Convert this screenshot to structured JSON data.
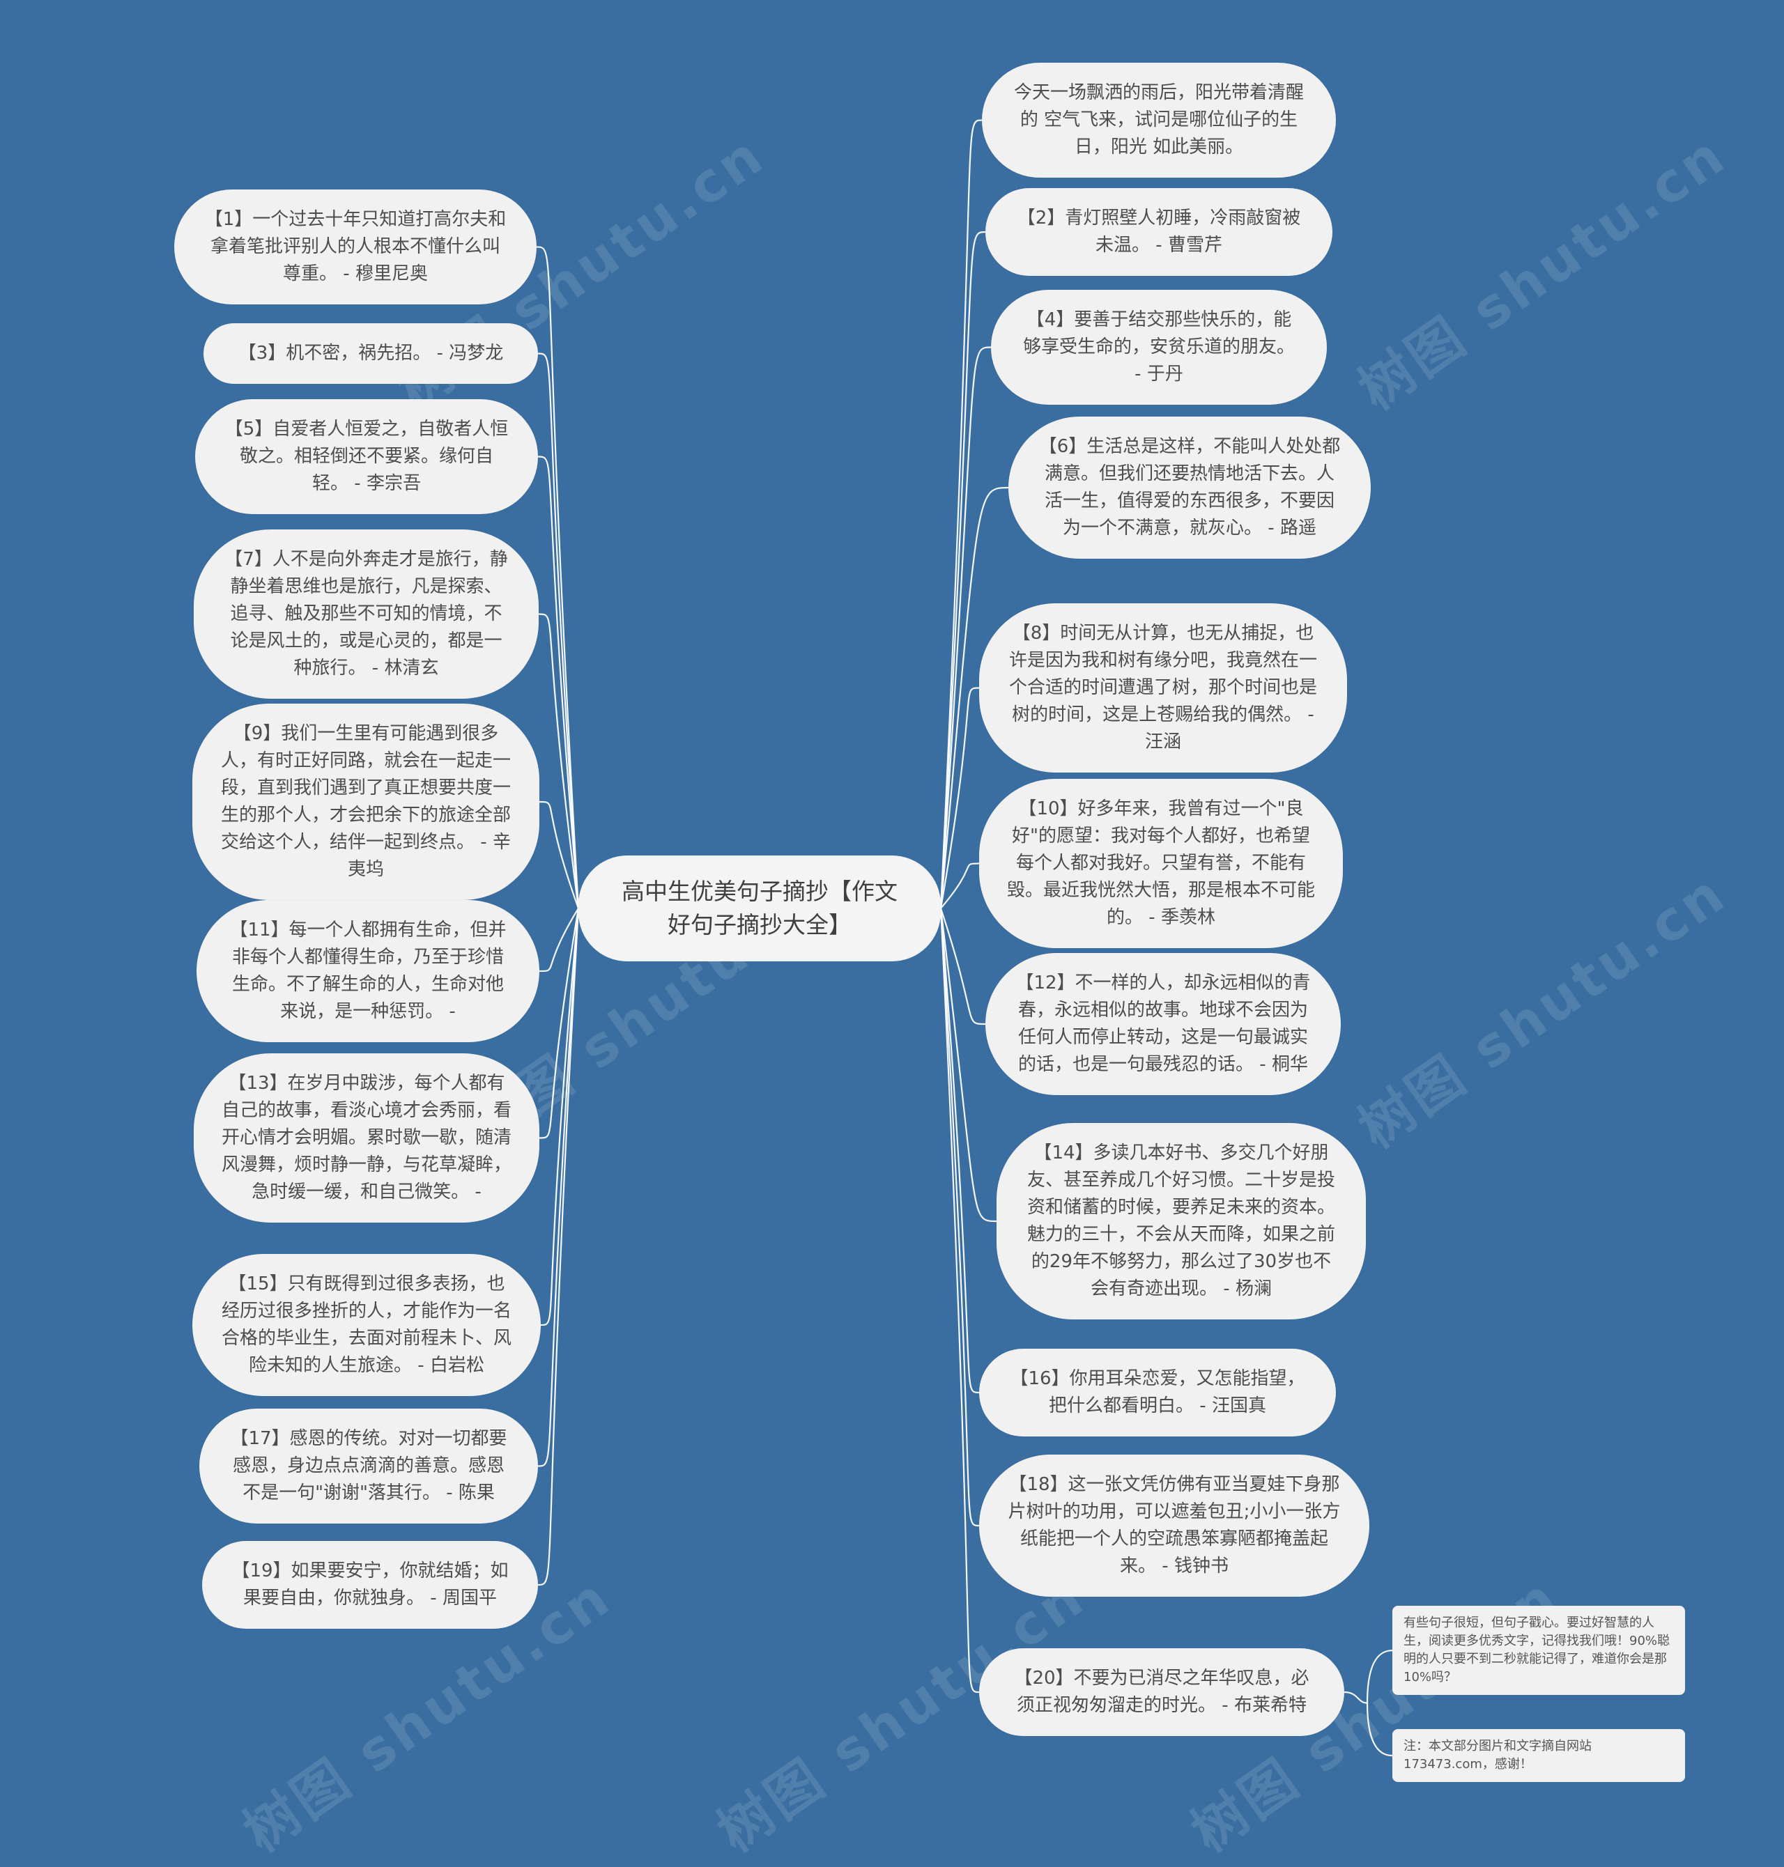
{
  "colors": {
    "background": "#3a6ea0",
    "node_bg": "#f1f1f1",
    "node_text": "#4d4d4d",
    "line": "#ffffff"
  },
  "center_node": {
    "text": "高中生优美句子摘抄【作文好句子摘抄大全】"
  },
  "left_nodes": [
    {
      "id": "1",
      "text": "【1】一个过去十年只知道打高尔夫和拿着笔批评别人的人根本不懂什么叫尊重。 - 穆里尼奥"
    },
    {
      "id": "3",
      "text": "【3】机不密，祸先招。 - 冯梦龙"
    },
    {
      "id": "5",
      "text": "【5】自爱者人恒爱之，自敬者人恒敬之。相轻倒还不要紧。缘何自轻。 - 李宗吾"
    },
    {
      "id": "7",
      "text": "【7】人不是向外奔走才是旅行，静静坐着思维也是旅行，凡是探索、追寻、触及那些不可知的情境，不论是风土的，或是心灵的，都是一种旅行。 - 林清玄"
    },
    {
      "id": "9",
      "text": "【9】我们一生里有可能遇到很多人，有时正好同路，就会在一起走一段，直到我们遇到了真正想要共度一生的那个人，才会把余下的旅途全部交给这个人，结伴一起到终点。 - 辛夷坞"
    },
    {
      "id": "11",
      "text": "【11】每一个人都拥有生命，但并非每个人都懂得生命，乃至于珍惜生命。不了解生命的人，生命对他来说，是一种惩罚。 -"
    },
    {
      "id": "13",
      "text": "【13】在岁月中跋涉，每个人都有自己的故事，看淡心境才会秀丽，看开心情才会明媚。累时歇一歇，随清风漫舞，烦时静一静，与花草凝眸，急时缓一缓，和自己微笑。 -"
    },
    {
      "id": "15",
      "text": "【15】只有既得到过很多表扬，也经历过很多挫折的人，才能作为一名合格的毕业生，去面对前程未卜、风险未知的人生旅途。 - 白岩松"
    },
    {
      "id": "17",
      "text": "【17】感恩的传统。对对一切都要感恩，身边点点滴滴的善意。感恩不是一句\"谢谢\"落其行。 - 陈果"
    },
    {
      "id": "19",
      "text": "【19】如果要安宁，你就结婚；如果要自由，你就独身。 - 周国平"
    }
  ],
  "right_nodes": [
    {
      "id": "intro",
      "text": "今天一场飘洒的雨后，阳光带着清醒的 空气飞来，试问是哪位仙子的生日，阳光 如此美丽。"
    },
    {
      "id": "2",
      "text": "【2】青灯照壁人初睡，冷雨敲窗被未温。 - 曹雪芹"
    },
    {
      "id": "4",
      "text": "【4】要善于结交那些快乐的，能够享受生命的，安贫乐道的朋友。 - 于丹"
    },
    {
      "id": "6",
      "text": "【6】生活总是这样，不能叫人处处都满意。但我们还要热情地活下去。人活一生，值得爱的东西很多，不要因为一个不满意，就灰心。 - 路遥"
    },
    {
      "id": "8",
      "text": "【8】时间无从计算，也无从捕捉，也许是因为我和树有缘分吧，我竟然在一个合适的时间遭遇了树，那个时间也是树的时间，这是上苍赐给我的偶然。 - 汪涵"
    },
    {
      "id": "10",
      "text": "【10】好多年来，我曾有过一个\"良好\"的愿望：我对每个人都好，也希望每个人都对我好。只望有誉，不能有毁。最近我恍然大悟，那是根本不可能的。 - 季羡林"
    },
    {
      "id": "12",
      "text": "【12】不一样的人，却永远相似的青春，永远相似的故事。地球不会因为任何人而停止转动，这是一句最诚实的话，也是一句最残忍的话。 - 桐华"
    },
    {
      "id": "14",
      "text": "【14】多读几本好书、多交几个好朋友、甚至养成几个好习惯。二十岁是投资和储蓄的时候，要养足未来的资本。魅力的三十，不会从天而降，如果之前的29年不够努力，那么过了30岁也不会有奇迹出现。 - 杨澜"
    },
    {
      "id": "16",
      "text": "【16】你用耳朵恋爱，又怎能指望，把什么都看明白。 - 汪国真"
    },
    {
      "id": "18",
      "text": "【18】这一张文凭仿佛有亚当夏娃下身那片树叶的功用，可以遮羞包丑;小小一张方纸能把一个人的空疏愚笨寡陋都掩盖起来。 - 钱钟书"
    },
    {
      "id": "20",
      "text": "【20】不要为已消尽之年华叹息，必须正视匆匆溜走的时光。 - 布莱希特"
    }
  ],
  "notes": [
    {
      "text": "有些句子很短，但句子戳心。要过好智慧的人生，阅读更多优秀文字，记得找我们哦！90%聪明的人只要不到二秒就能记得了，难道你会是那10%吗？"
    },
    {
      "text": "注：本文部分图片和文字摘自网站173473.com，感谢！"
    }
  ],
  "watermark": {
    "text": "树图 shutu.cn"
  }
}
